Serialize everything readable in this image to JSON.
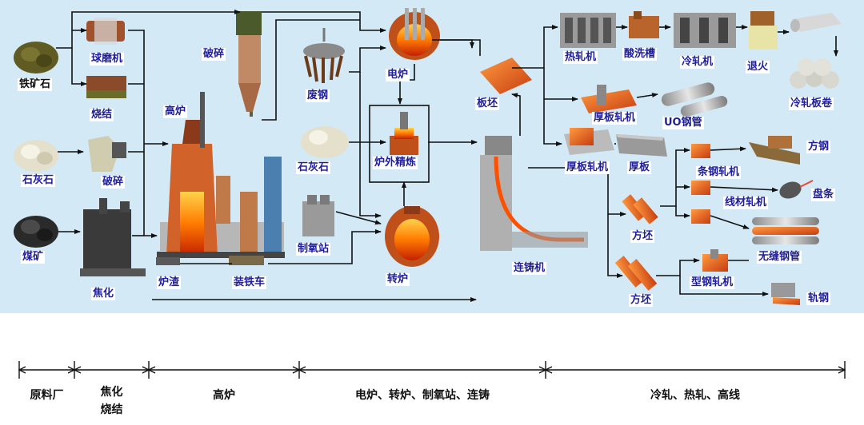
{
  "labels": {
    "iron_ore": "铁矿石",
    "ball_mill": "球磨机",
    "sinter": "烧结",
    "limestone1": "石灰石",
    "crush1": "破碎",
    "coal": "煤矿",
    "coking": "焦化",
    "blast_furnace": "高炉",
    "crush2": "破碎",
    "slag": "炉渣",
    "iron_car": "装铁车",
    "scrap": "废钢",
    "limestone2": "石灰石",
    "oxygen": "制氧站",
    "eaf": "电炉",
    "refining": "炉外精炼",
    "converter": "转炉",
    "slab": "板坯",
    "caster": "连铸机",
    "hot_mill": "热轧机",
    "pickling": "酸洗槽",
    "cold_mill": "冷轧机",
    "anneal": "退火",
    "cold_coil": "冷轧板卷",
    "plate_mill1": "厚板轧机",
    "uo_pipe": "UO钢管",
    "plate_mill2": "厚板轧机",
    "plate": "厚板",
    "bar_mill": "条钢轧机",
    "square_bar": "方钢",
    "wire_mill": "线材轧机",
    "coil": "盘条",
    "billet1": "方坯",
    "seamless": "无缝钢管",
    "billet2": "方坯",
    "section_mill": "型钢轧机",
    "rail": "轨钢"
  },
  "stages": [
    "原料厂",
    "焦化\n烧结",
    "高炉",
    "电炉、转炉、制氧站、连铸",
    "冷轧、热轧、高线"
  ],
  "colors": {
    "panel": "#d3e9f5",
    "arrow": "#111111",
    "label": "#1f1f9a",
    "furnace": "#c0501a",
    "molten": "#ff7a00"
  }
}
